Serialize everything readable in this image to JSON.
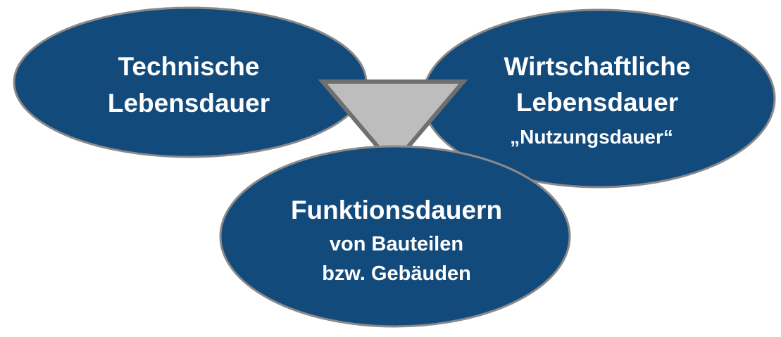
{
  "colors": {
    "ellipse_fill": "#134a7c",
    "ellipse_stroke": "#8a8a8a",
    "triangle_fill": "#bdbdbd",
    "triangle_stroke": "#6f6f6f",
    "text": "#ffffff"
  },
  "nodes": {
    "technical": {
      "line1": "Technische",
      "line2": "Lebensdauer"
    },
    "economic": {
      "line1": "Wirtschaftliche",
      "line2": "Lebensdauer",
      "line3": "„Nutzungsdauer“"
    },
    "functional": {
      "line1": "Funktionsdauern",
      "line2": "von Bauteilen",
      "line3": "bzw. Gebäuden"
    }
  }
}
